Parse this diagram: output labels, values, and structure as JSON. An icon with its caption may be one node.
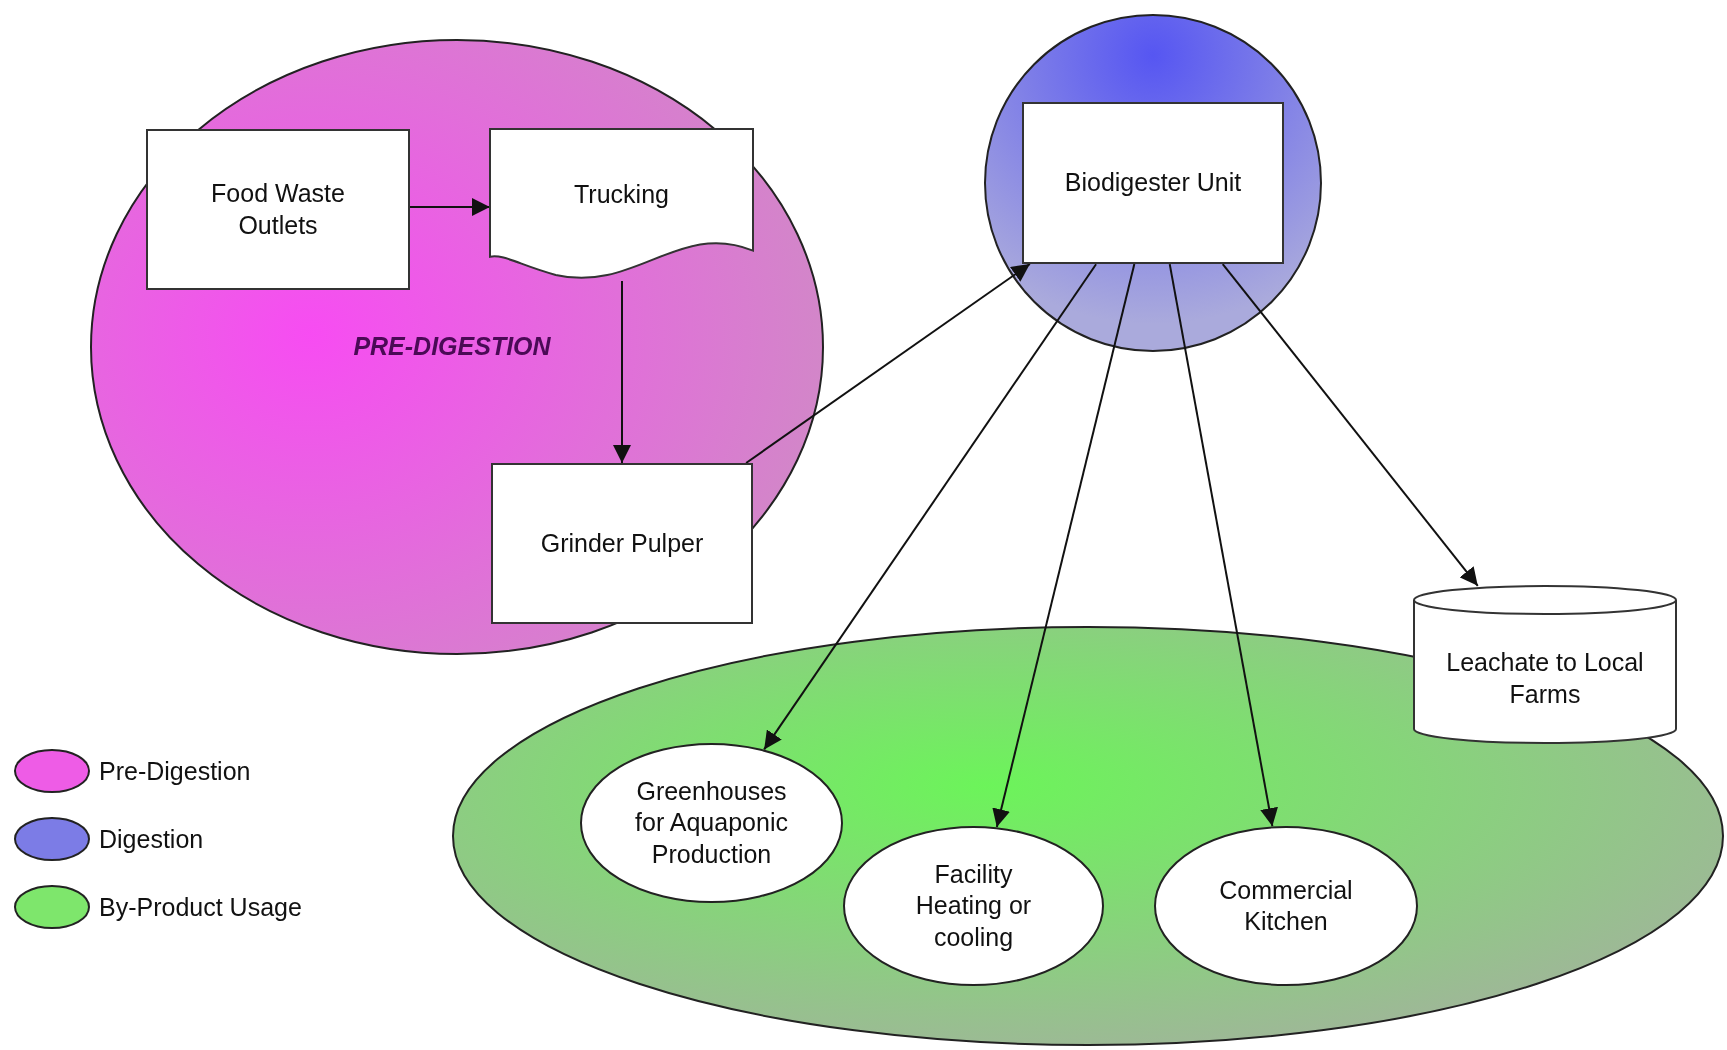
{
  "diagram": {
    "nodes": [
      {
        "text": [
          "PRE-DIGESTION"
        ]
      },
      {
        "text": [
          "Food Waste Outlets"
        ],
        "in": 0
      },
      {
        "text": [
          "Trucking"
        ],
        "in": 0
      },
      {
        "text": [
          "Grinder Pulper"
        ],
        "in": 0
      },
      {
        "text": [],
        "shape": "circle"
      },
      {
        "text": [
          "Biodigester Unit"
        ],
        "in": 4
      },
      {
        "text": [],
        "shape": "ellipse"
      },
      {
        "text": [
          "Greenhouses for Aquaponic Production"
        ],
        "in": 6
      },
      {
        "text": [
          "Facility Heating or cooling"
        ],
        "in": 6
      },
      {
        "text": [
          "Commercial Kitchen"
        ],
        "in": 6
      },
      {
        "text": [
          "Leachate to Local Farms"
        ]
      }
    ],
    "edges": [
      {
        "from": 1,
        "to": 2,
        "arrow": "to"
      },
      {
        "from": 2,
        "to": 3,
        "arrow": "to"
      },
      {
        "from": 3,
        "to": 5,
        "arrow": "to"
      },
      {
        "from": 5,
        "to": 7,
        "arrow": "to"
      },
      {
        "from": 5,
        "to": 8,
        "arrow": "to"
      },
      {
        "from": 5,
        "to": 9,
        "arrow": "to"
      },
      {
        "from": 5,
        "to": 10,
        "arrow": "to"
      }
    ],
    "legend": [
      {
        "text": "Pre-Digestion",
        "color": "#ee5ce6"
      },
      {
        "text": "Digestion",
        "color": "#7c7ce6"
      },
      {
        "text": "By-Product Usage",
        "color": "#7ee66c"
      }
    ]
  }
}
